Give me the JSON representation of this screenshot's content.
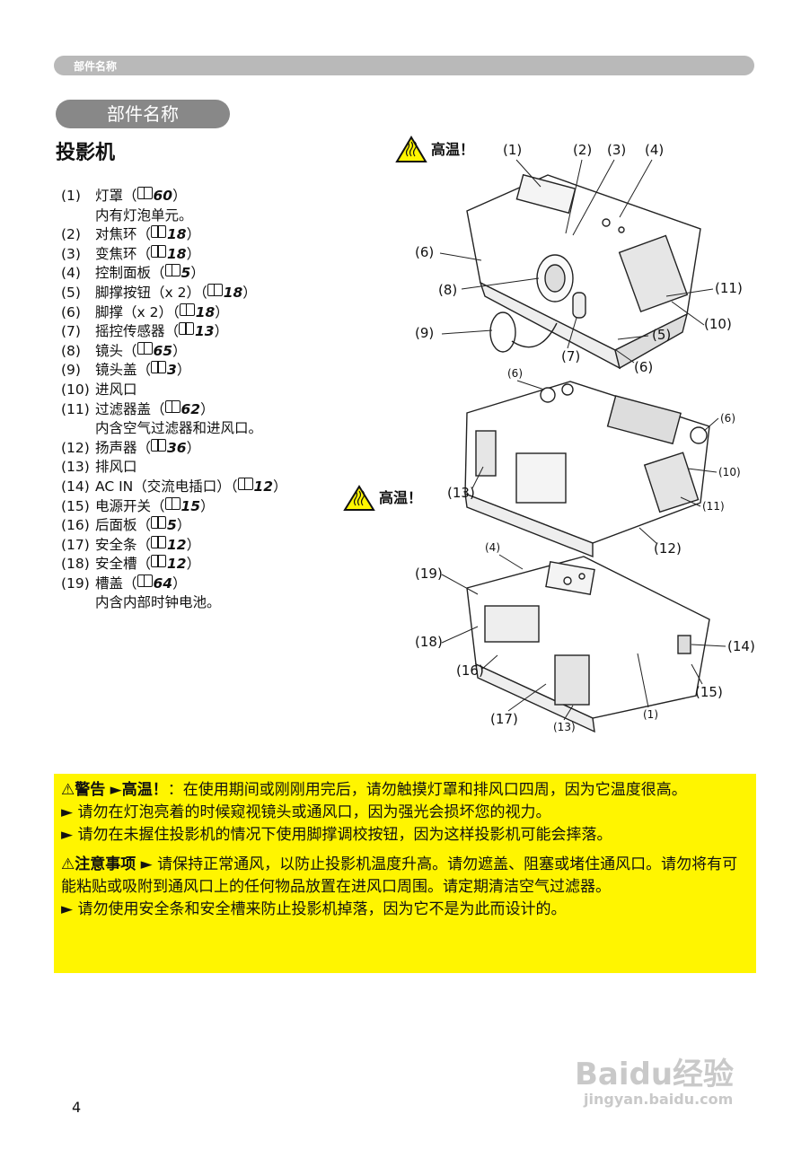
{
  "header": {
    "running_title": "部件名称"
  },
  "section": {
    "pill": "部件名称",
    "title": "投影机"
  },
  "parts": [
    {
      "num": "(1)",
      "name": "灯罩（",
      "ref": "60",
      "tail": "）",
      "sub": "内有灯泡单元。"
    },
    {
      "num": "(2)",
      "name": "对焦环（",
      "ref": "18",
      "tail": "）"
    },
    {
      "num": "(3)",
      "name": "变焦环（",
      "ref": "18",
      "tail": "）"
    },
    {
      "num": "(4)",
      "name": "控制面板（",
      "ref": "5",
      "tail": "）"
    },
    {
      "num": "(5)",
      "name": "脚撑按钮（x 2）（",
      "ref": "18",
      "tail": "）"
    },
    {
      "num": "(6)",
      "name": "脚撑（x 2）（",
      "ref": "18",
      "tail": "）"
    },
    {
      "num": "(7)",
      "name": "摇控传感器（",
      "ref": "13",
      "tail": "）"
    },
    {
      "num": "(8)",
      "name": "镜头（",
      "ref": "65",
      "tail": "）"
    },
    {
      "num": "(9)",
      "name": "镜头盖（",
      "ref": "3",
      "tail": "）"
    },
    {
      "num": "(10)",
      "name": "进风口",
      "ref": "",
      "tail": ""
    },
    {
      "num": "(11)",
      "name": "过滤器盖（",
      "ref": "62",
      "tail": "）",
      "sub": "内含空气过滤器和进风口。"
    },
    {
      "num": "(12)",
      "name": "扬声器（",
      "ref": "36",
      "tail": "）"
    },
    {
      "num": "(13)",
      "name": "排风口",
      "ref": "",
      "tail": ""
    },
    {
      "num": "(14)",
      "name": "AC IN（交流电插口）（",
      "ref": "12",
      "tail": "）"
    },
    {
      "num": "(15)",
      "name": "电源开关（",
      "ref": "15",
      "tail": "）"
    },
    {
      "num": "(16)",
      "name": "后面板（",
      "ref": "5",
      "tail": "）"
    },
    {
      "num": "(17)",
      "name": "安全条（",
      "ref": "12",
      "tail": "）"
    },
    {
      "num": "(18)",
      "name": "安全槽（",
      "ref": "12",
      "tail": "）"
    },
    {
      "num": "(19)",
      "name": "槽盖（",
      "ref": "64",
      "tail": "）",
      "sub": "内含内部时钟电池。"
    }
  ],
  "diagram": {
    "hot_label": "高温！",
    "callouts_top": [
      "(1)",
      "(2)",
      "(3)",
      "(4)",
      "(6)",
      "(8)",
      "(9)",
      "(11)",
      "(10)",
      "(5)",
      "(7)",
      "(6)"
    ],
    "callouts_mid": [
      "(6)",
      "(6)",
      "(10)",
      "(13)",
      "(11)",
      "(12)"
    ],
    "callouts_bot": [
      "(4)",
      "(19)",
      "(18)",
      "(16)",
      "(14)",
      "(15)",
      "(17)",
      "(13)",
      "(1)"
    ]
  },
  "warning": {
    "warn_title": "⚠警告",
    "warn_hot": "►高温！",
    "warn_text1": "：在使用期间或刚刚用完后，请勿触摸灯罩和排风口四周，因为它温度很高。",
    "warn_text2": "► 请勿在灯泡亮着的时候窥视镜头或通风口，因为强光会损坏您的视力。",
    "warn_text3": "► 请勿在未握住投影机的情况下使用脚撑调校按钮，因为这样投影机可能会摔落。",
    "caution_title": "⚠注意事项",
    "caution_text1": "► 请保持正常通风，以防止投影机温度升高。请勿遮盖、阻塞或堵住通风口。请勿将有可能粘贴或吸附到通风口上的任何物品放置在进风口周围。请定期清洁空气过滤器。",
    "caution_text2": "► 请勿使用安全条和安全槽来防止投影机掉落，因为它不是为此而设计的。"
  },
  "footer": {
    "page_number": "4",
    "watermark_logo": "Baidu经验",
    "watermark_url": "jingyan.baidu.com"
  }
}
